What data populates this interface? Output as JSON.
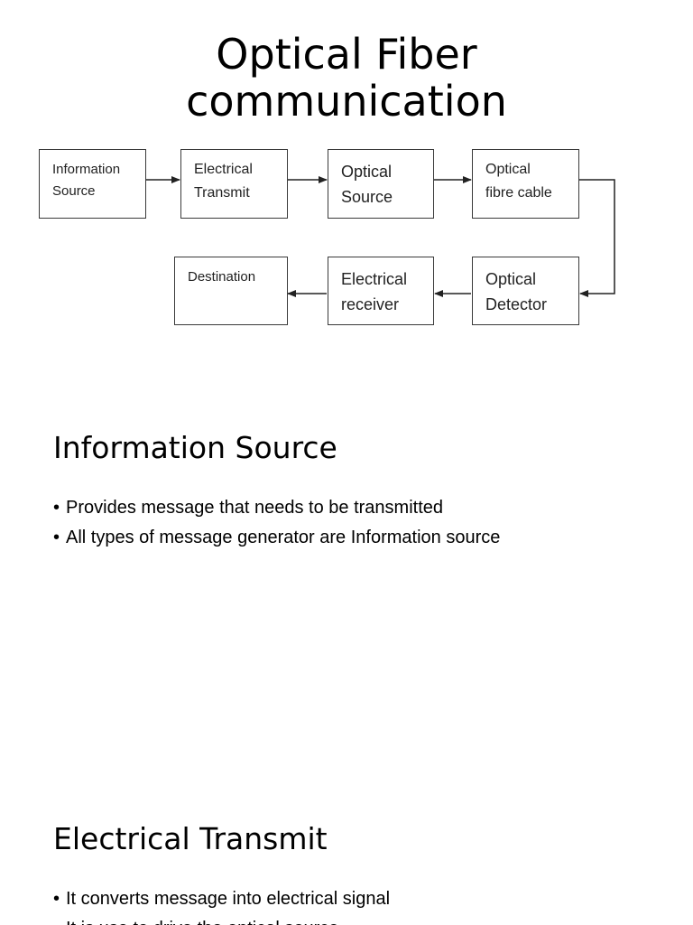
{
  "title": {
    "line1": "Optical Fiber",
    "line2": "communication"
  },
  "diagram": {
    "blocks": {
      "information_source": [
        "Information",
        "Source"
      ],
      "electrical_transmit": [
        "Electrical",
        "Transmit"
      ],
      "optical_source": [
        "Optical",
        "Source"
      ],
      "optical_fibre_cable": [
        "Optical",
        "fibre cable"
      ],
      "optical_detector": [
        "Optical",
        "Detector"
      ],
      "electrical_receiver": [
        "Electrical",
        "receiver"
      ],
      "destination": [
        "Destination"
      ]
    }
  },
  "sections": [
    {
      "heading": "Information Source",
      "bullets": [
        "Provides message that needs to be transmitted",
        "All types of message generator are Information source"
      ]
    },
    {
      "heading": "Electrical Transmit",
      "bullets": [
        "It converts message into electrical signal",
        "It is use to drive the optical source"
      ]
    }
  ]
}
